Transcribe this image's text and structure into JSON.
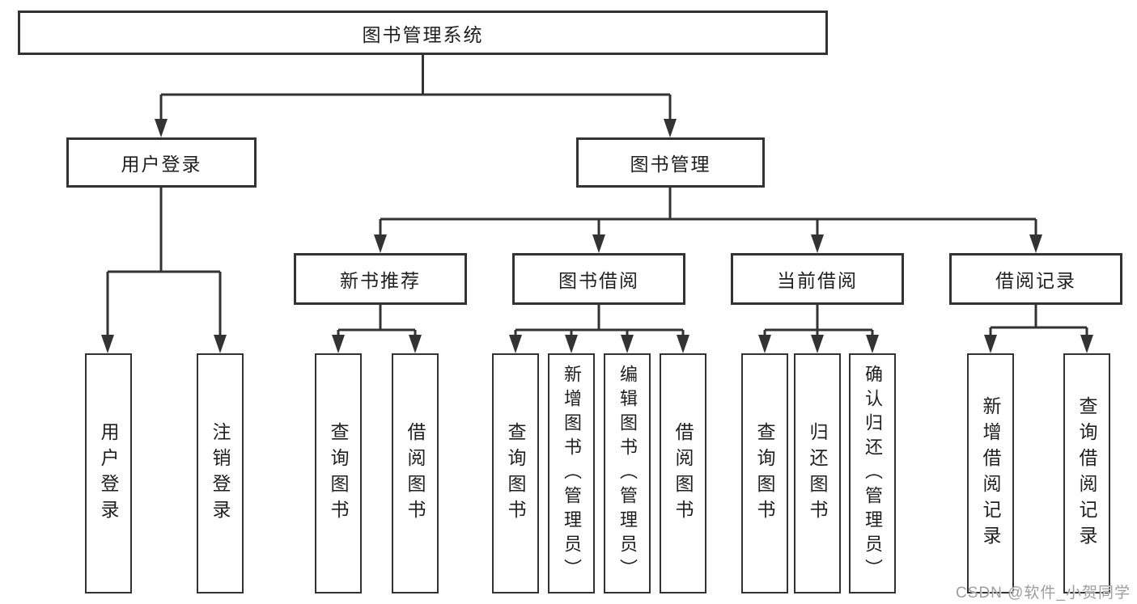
{
  "title": "图书管理系统",
  "watermark": "CSDN @软件_小贺同学",
  "colors": {
    "line": "#333333",
    "text": "#1f1f1f",
    "background": "#ffffff",
    "watermark": "#9e9e9e"
  },
  "nodes": {
    "root": {
      "label": "图书管理系统"
    },
    "user_login": {
      "label": "用户登录"
    },
    "book_mgmt": {
      "label": "图书管理"
    },
    "new_book_rec": {
      "label": "新书推荐"
    },
    "book_borrow": {
      "label": "图书借阅"
    },
    "current_borrow": {
      "label": "当前借阅"
    },
    "borrow_records": {
      "label": "借阅记录"
    },
    "leaf_user_login": {
      "label": "用户登录"
    },
    "leaf_logout": {
      "label": "注销登录"
    },
    "leaf_query_book_rec": {
      "label": "查询图书"
    },
    "leaf_borrow_book_rec": {
      "label": "借阅图书"
    },
    "leaf_query_book_borrow": {
      "label": "查询图书"
    },
    "leaf_add_book_admin": {
      "label": "新增图书（管理员）"
    },
    "leaf_edit_book_admin": {
      "label": "编辑图书（管理员）"
    },
    "leaf_borrow_book_borrow": {
      "label": "借阅图书"
    },
    "leaf_query_book_current": {
      "label": "查询图书"
    },
    "leaf_return_book": {
      "label": "归还图书"
    },
    "leaf_confirm_return_admin": {
      "label": "确认归还（管理员）"
    },
    "leaf_add_borrow_record": {
      "label": "新增借阅记录"
    },
    "leaf_query_borrow_record": {
      "label": "查询借阅记录"
    }
  }
}
